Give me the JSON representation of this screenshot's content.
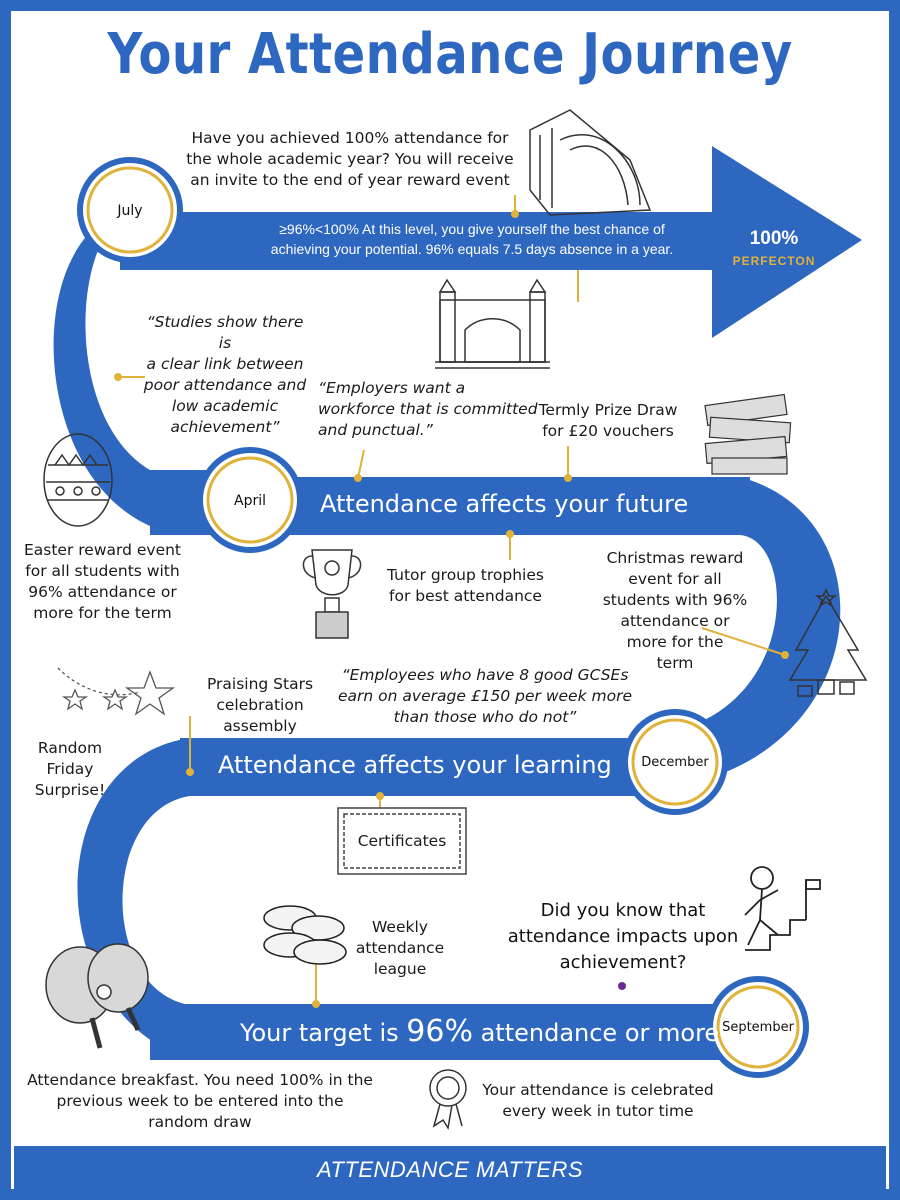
{
  "title": "Your Attendance Journey",
  "footer": "ATTENDANCE MATTERS",
  "arrow": {
    "text_line1": "≥96%<100% At this level, you give yourself the best chance of",
    "text_line2": "achieving your potential. 96% equals 7.5 days absence in a year.",
    "head_value": "100%",
    "head_label": "PERFECTON"
  },
  "months": {
    "july": "July",
    "april": "April",
    "december": "December",
    "september": "September"
  },
  "bands": {
    "future": "Attendance affects your future",
    "learning": "Attendance affects your learning",
    "target_prefix": "Your target is ",
    "target_value": "96%",
    "target_suffix": " attendance or more"
  },
  "notes": {
    "end_of_year": [
      "Have you achieved 100% attendance for",
      "the whole academic year?  You will receive",
      "an invite to the end of year reward event"
    ],
    "studies": [
      "“Studies show there is",
      "a clear link between",
      "poor attendance and",
      "low academic",
      "achievement”"
    ],
    "employers": [
      "“Employers want a",
      "workforce that is committed",
      "and punctual.”"
    ],
    "prize_draw": [
      "Termly Prize Draw",
      "for £20 vouchers"
    ],
    "easter": [
      "Easter reward event",
      "for all students with",
      "96% attendance or",
      "more for the term"
    ],
    "trophies": [
      "Tutor group trophies",
      "for best attendance"
    ],
    "christmas": [
      "Christmas reward",
      "event for all",
      "students with 96%",
      "attendance or",
      "more for the",
      "term"
    ],
    "praising": [
      "Praising Stars",
      "celebration assembly"
    ],
    "gcse": [
      "“Employees who have 8 good GCSEs",
      "earn on average £150 per week more",
      "than those who do not”"
    ],
    "random_friday": [
      "Random",
      "Friday",
      "Surprise!"
    ],
    "certificates": "Certificates",
    "weekly": [
      "Weekly",
      "attendance",
      "league"
    ],
    "did_you_know": [
      "Did you know that",
      "attendance impacts upon",
      "achievement?"
    ],
    "breakfast": [
      "Attendance breakfast. You need 100% in the",
      "previous week to be entered into the",
      "random draw"
    ],
    "celebrated": [
      "Your attendance is celebrated",
      "every week in tutor time"
    ]
  },
  "colors": {
    "blue": "#2e67c0",
    "gold": "#e0b23a",
    "white": "#ffffff"
  }
}
